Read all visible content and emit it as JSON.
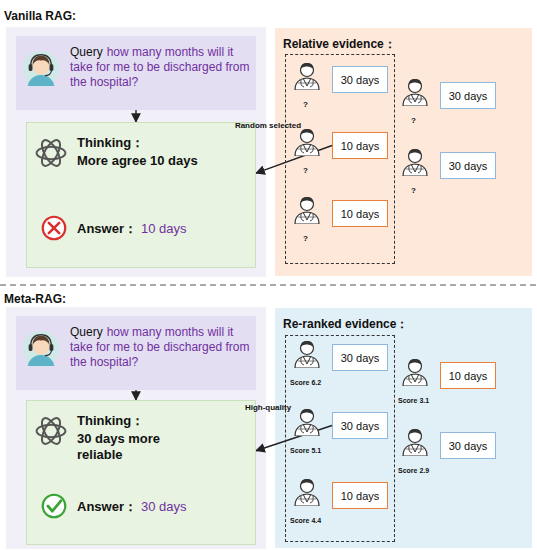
{
  "diagram": {
    "nodes": [
      {
        "text": [
          "Query",
          "how many months will it take for me to be discharged from the hospital?"
        ]
      },
      {
        "text": [
          "Thinking：",
          "More agree 10 days",
          "Answer：",
          "10 days"
        ]
      },
      {
        "text": [
          "Relative evidence："
        ]
      },
      {
        "text": [
          "30 days"
        ],
        "in": 2
      },
      {
        "text": [
          "10 days"
        ],
        "in": 2
      },
      {
        "text": [
          "10 days"
        ],
        "in": 2
      },
      {
        "text": [
          "30 days"
        ],
        "in": 2
      },
      {
        "text": [
          "30 days"
        ],
        "in": 2
      },
      {
        "text": [
          "Query",
          "how many months will it take for me to be discharged from the hospital?"
        ]
      },
      {
        "text": [
          "Thinking：",
          "30 days more reliable",
          "Answer：",
          "30 days"
        ]
      },
      {
        "text": [
          "Re-ranked evidence："
        ]
      },
      {
        "text": [
          "30 days"
        ],
        "in": 10
      },
      {
        "text": [
          "30 days"
        ],
        "in": 10
      },
      {
        "text": [
          "10 days"
        ],
        "in": 10
      },
      {
        "text": [
          "10 days"
        ],
        "in": 10
      },
      {
        "text": [
          "30 days"
        ],
        "in": 10
      }
    ],
    "edges": [
      {
        "from": 0,
        "to": 1,
        "arrow": "to"
      },
      {
        "from": 4,
        "to": 1,
        "label": "Random selected",
        "arrow": "to"
      },
      {
        "from": 8,
        "to": 9,
        "arrow": "to"
      },
      {
        "from": 12,
        "to": 9,
        "label": "High-quality",
        "arrow": "to"
      }
    ],
    "labels": [
      "Vanilla RAG:",
      "?",
      "?",
      "?",
      "?",
      "?",
      "Meta-RAG:",
      "Score 6.2",
      "Score 5.1",
      "Score 4.4",
      "Score 3.1",
      "Score 2.9"
    ]
  }
}
